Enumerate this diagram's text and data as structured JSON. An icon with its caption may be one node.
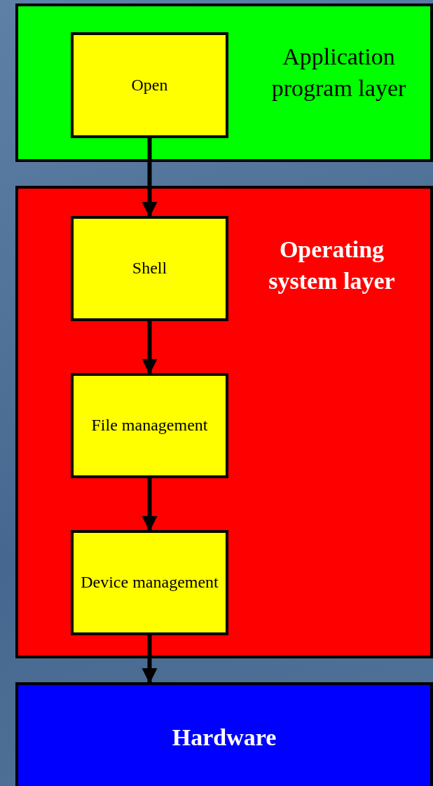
{
  "diagram": {
    "nodes": [
      {
        "text": [
          "Application program layer"
        ]
      },
      {
        "text": [
          "Open"
        ],
        "in": 0
      },
      {
        "text": [
          "Operating system layer"
        ]
      },
      {
        "text": [
          "Shell"
        ],
        "in": 2
      },
      {
        "text": [
          "File management"
        ],
        "in": 2
      },
      {
        "text": [
          "Device management"
        ],
        "in": 2
      },
      {
        "text": [
          "Hardware"
        ]
      }
    ],
    "edges": [
      {
        "from": 1,
        "to": 3,
        "arrow": "to"
      },
      {
        "from": 3,
        "to": 4,
        "arrow": "to"
      },
      {
        "from": 4,
        "to": 5,
        "arrow": "to"
      },
      {
        "from": 5,
        "to": 6,
        "arrow": "to"
      }
    ]
  }
}
